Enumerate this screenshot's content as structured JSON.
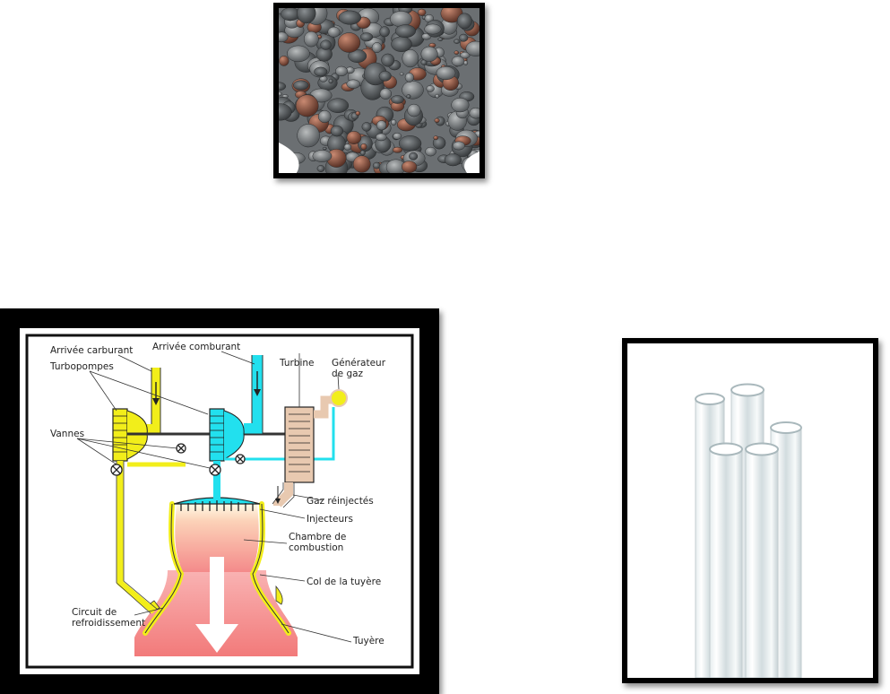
{
  "photos": {
    "ore": {
      "subject": "iron ore / mineral ore pile"
    },
    "tubes": {
      "subject": "clear glass tubes"
    }
  },
  "engine_diagram": {
    "labels": {
      "fuel_inlet": "Arrivée carburant",
      "oxidizer_inlet": "Arrivée comburant",
      "turbopumps": "Turbopompes",
      "turbine": "Turbine",
      "gas_generator": "Générateur de gaz",
      "valves": "Vannes",
      "reinjected_gas": "Gaz réinjectés",
      "injectors": "Injecteurs",
      "combustion_chamber": "Chambre de combustion",
      "nozzle_throat": "Col de la tuyère",
      "cooling_circuit": "Circuit de refroidissement",
      "nozzle": "Tuyère"
    }
  },
  "colors": {
    "fuel": "#f2ee1a",
    "oxidizer": "#22e0ee",
    "turbine_gas": "#e8c9b0",
    "flame": "#f7a9a9",
    "frame": "#000000"
  }
}
